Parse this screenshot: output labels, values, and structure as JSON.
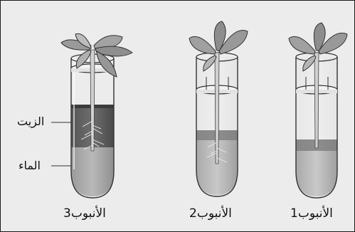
{
  "figure": {
    "labels": {
      "oil": "الزيت",
      "water": "الماء"
    },
    "tubes": [
      {
        "id": 3,
        "label": "الأنبوب3",
        "layers": [
          "oil",
          "water"
        ],
        "water_level": "high"
      },
      {
        "id": 2,
        "label": "الأنبوب2",
        "layers": [
          "water"
        ],
        "water_level": "medium"
      },
      {
        "id": 1,
        "label": "الأنبوب1",
        "layers": [
          "water"
        ],
        "water_level": "low"
      }
    ]
  }
}
